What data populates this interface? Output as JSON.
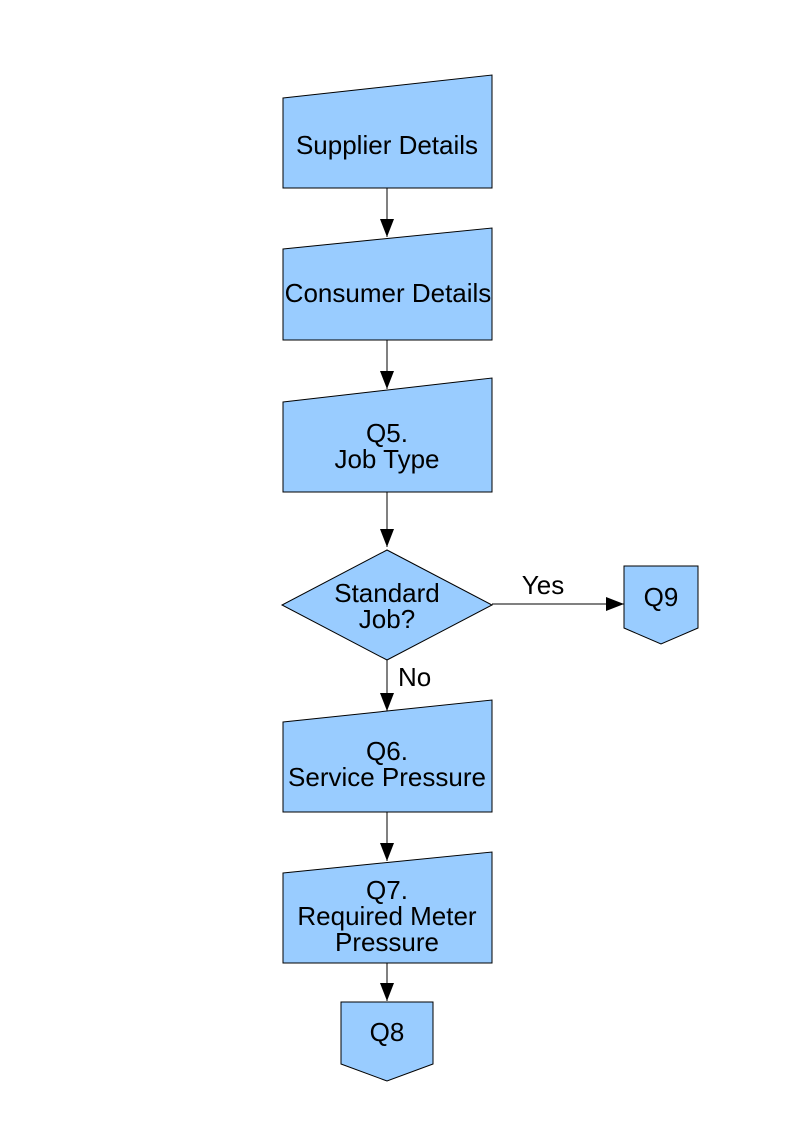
{
  "page": {
    "background_color": "#FFFFFF"
  },
  "colors": {
    "node_fill": "#99CCFF",
    "node_border": "#000000",
    "connector": "#000000",
    "text": "#000000"
  },
  "flowchart": {
    "nodes": {
      "supplier": {
        "type": "manual-input",
        "lines": [
          "Supplier Details"
        ]
      },
      "consumer": {
        "type": "manual-input",
        "lines": [
          "Consumer Details"
        ]
      },
      "q5": {
        "type": "manual-input",
        "lines": [
          "Q5.",
          "Job Type"
        ]
      },
      "decision": {
        "type": "decision-diamond",
        "lines": [
          "Standard",
          "Job?"
        ]
      },
      "q9": {
        "type": "off-page-connector",
        "lines": [
          "Q9"
        ]
      },
      "q6": {
        "type": "manual-input",
        "lines": [
          "Q6.",
          "Service Pressure"
        ]
      },
      "q7": {
        "type": "manual-input",
        "lines": [
          "Q7.",
          "Required Meter",
          "Pressure"
        ]
      },
      "q8": {
        "type": "off-page-connector",
        "lines": [
          "Q8"
        ]
      }
    },
    "edge_labels": {
      "yes": "Yes",
      "no": "No"
    }
  }
}
